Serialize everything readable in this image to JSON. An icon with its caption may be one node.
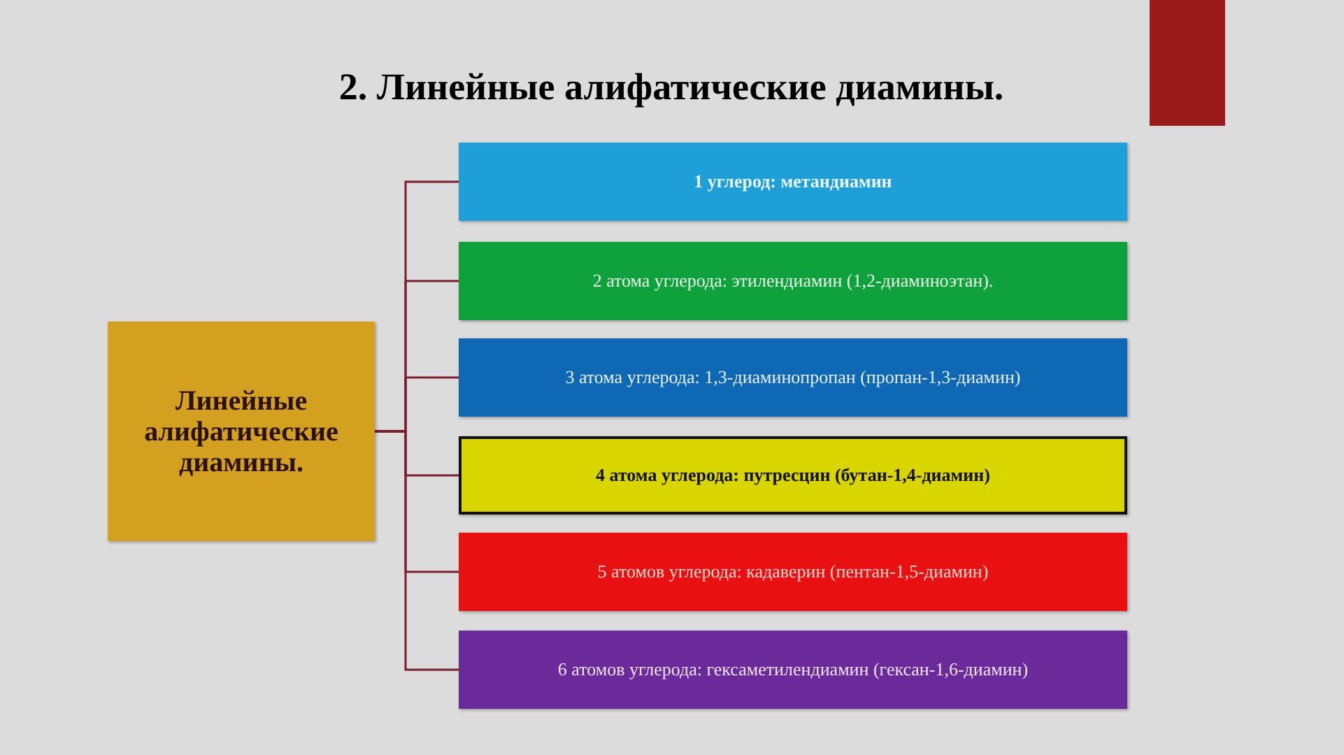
{
  "diagram": {
    "title": "2. Линейные алифатические диамины.",
    "nodes": [
      {
        "text": [
          "Линейные алифатические диамины."
        ]
      },
      {
        "text": [
          "1 углерод: метандиамин"
        ]
      },
      {
        "text": [
          "2 атома углерода:  этилендиамин (1,2-диаминоэтан)."
        ]
      },
      {
        "text": [
          "3 атома углерода: 1,3-диаминопропан (пропан-1,3-диамин)"
        ]
      },
      {
        "text": [
          "4 атома углерода: путресцин (бутан-1,4-диамин)"
        ]
      },
      {
        "text": [
          "5 атомов углерода:  кадаверин (пентан-1,5-диамин)"
        ]
      },
      {
        "text": [
          "6 атомов углерода: гексаметилендиамин (гексан-1,6-диамин)"
        ]
      }
    ],
    "edges": [
      {
        "from": 0,
        "to": 1,
        "arrow": "none"
      },
      {
        "from": 0,
        "to": 2,
        "arrow": "none"
      },
      {
        "from": 0,
        "to": 3,
        "arrow": "none"
      },
      {
        "from": 0,
        "to": 4,
        "arrow": "none"
      },
      {
        "from": 0,
        "to": 5,
        "arrow": "none"
      },
      {
        "from": 0,
        "to": 6,
        "arrow": "none"
      }
    ]
  }
}
